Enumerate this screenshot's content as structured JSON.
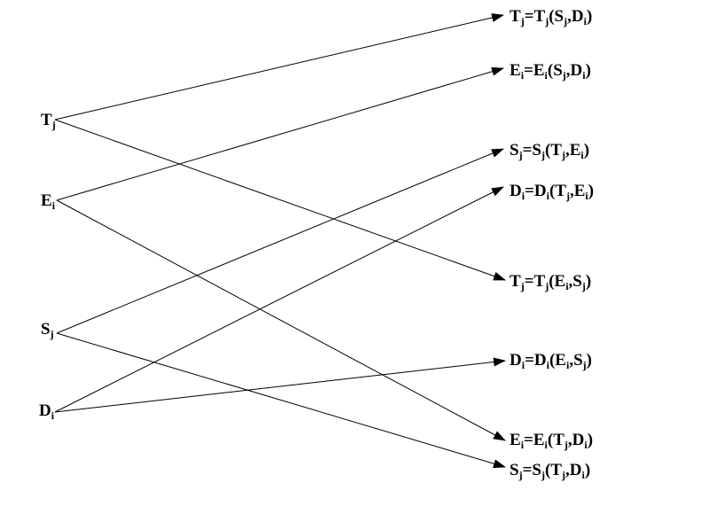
{
  "sources": [
    {
      "id": "T",
      "base": "T",
      "sub": "j"
    },
    {
      "id": "E",
      "base": "E",
      "sub": "i"
    },
    {
      "id": "S",
      "base": "S",
      "sub": "j"
    },
    {
      "id": "D",
      "base": "D",
      "sub": "i"
    }
  ],
  "targets": [
    {
      "id": "t1",
      "parts": [
        [
          "T",
          "j"
        ],
        [
          "=",
          ""
        ],
        [
          "T",
          "j"
        ],
        [
          "(S",
          "j"
        ],
        [
          ",D",
          "i"
        ],
        [
          ")",
          ""
        ]
      ]
    },
    {
      "id": "t2",
      "parts": [
        [
          "E",
          "i"
        ],
        [
          "=",
          ""
        ],
        [
          "E",
          "i"
        ],
        [
          "(S",
          "j"
        ],
        [
          ",D",
          "i"
        ],
        [
          ")",
          ""
        ]
      ]
    },
    {
      "id": "t3",
      "parts": [
        [
          "S",
          "j"
        ],
        [
          "=",
          ""
        ],
        [
          "S",
          "j"
        ],
        [
          "(T",
          "j"
        ],
        [
          ",E",
          "i"
        ],
        [
          ")",
          ""
        ]
      ]
    },
    {
      "id": "t4",
      "parts": [
        [
          "D",
          "i"
        ],
        [
          "=",
          ""
        ],
        [
          "D",
          "i"
        ],
        [
          "(T",
          "j"
        ],
        [
          ",E",
          "i"
        ],
        [
          ")",
          ""
        ]
      ]
    },
    {
      "id": "t5",
      "parts": [
        [
          "T",
          "j"
        ],
        [
          "=",
          ""
        ],
        [
          "T",
          "j"
        ],
        [
          "(E",
          "i"
        ],
        [
          ",S",
          "j"
        ],
        [
          ")",
          ""
        ]
      ]
    },
    {
      "id": "t6",
      "parts": [
        [
          "D",
          "i"
        ],
        [
          "=",
          ""
        ],
        [
          "D",
          "i"
        ],
        [
          "(E",
          "i"
        ],
        [
          ",S",
          "j"
        ],
        [
          ")",
          ""
        ]
      ]
    },
    {
      "id": "t7",
      "parts": [
        [
          "E",
          "i"
        ],
        [
          "=",
          ""
        ],
        [
          "E",
          "i"
        ],
        [
          "(T",
          "j"
        ],
        [
          ",D",
          "i"
        ],
        [
          ")",
          ""
        ]
      ]
    },
    {
      "id": "t8",
      "parts": [
        [
          "S",
          "j"
        ],
        [
          "=",
          ""
        ],
        [
          "S",
          "j"
        ],
        [
          "(T",
          "j"
        ],
        [
          ",D",
          "i"
        ],
        [
          ")",
          ""
        ]
      ]
    }
  ],
  "edges": [
    {
      "from": "T",
      "to": "t1"
    },
    {
      "from": "T",
      "to": "t5"
    },
    {
      "from": "E",
      "to": "t2"
    },
    {
      "from": "E",
      "to": "t7"
    },
    {
      "from": "S",
      "to": "t3"
    },
    {
      "from": "S",
      "to": "t8"
    },
    {
      "from": "D",
      "to": "t4"
    },
    {
      "from": "D",
      "to": "t6"
    }
  ]
}
